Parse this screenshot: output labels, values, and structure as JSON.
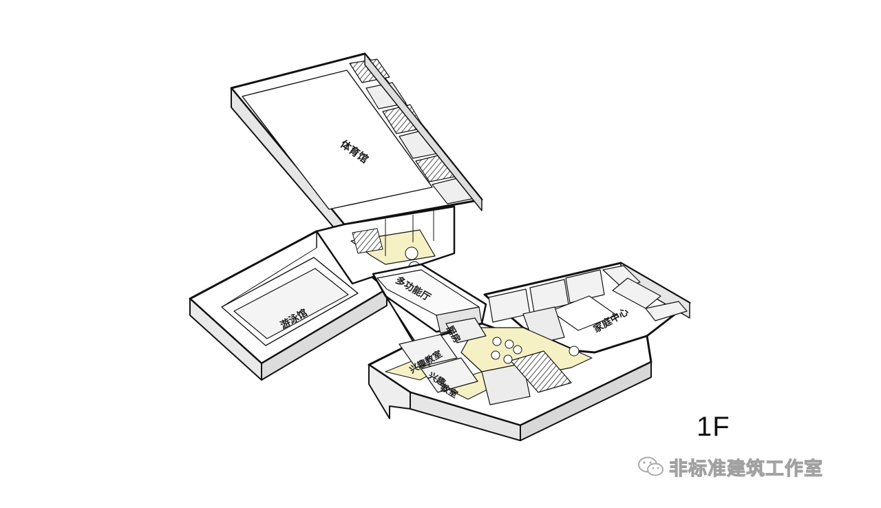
{
  "diagram": {
    "rooms": {
      "gymnasium": "体育馆",
      "swimming_hall": "游泳馆",
      "multi_function_hall": "多功能厅",
      "community_center": "家庭中心",
      "kitchen": "厨房",
      "interest_class_1": "兴趣教室",
      "interest_class_2_line1": "兴趣",
      "interest_class_2_line2": "教室"
    },
    "colors": {
      "outline": "#111111",
      "wall_face": "#ececec",
      "wall_shadow": "#d4d4d4",
      "floor": "#ffffff",
      "corridor": "#f6f1c4"
    }
  },
  "floor_label": "1F",
  "watermark": {
    "text": "非标准建筑工作室",
    "icon": "wechat-icon"
  }
}
